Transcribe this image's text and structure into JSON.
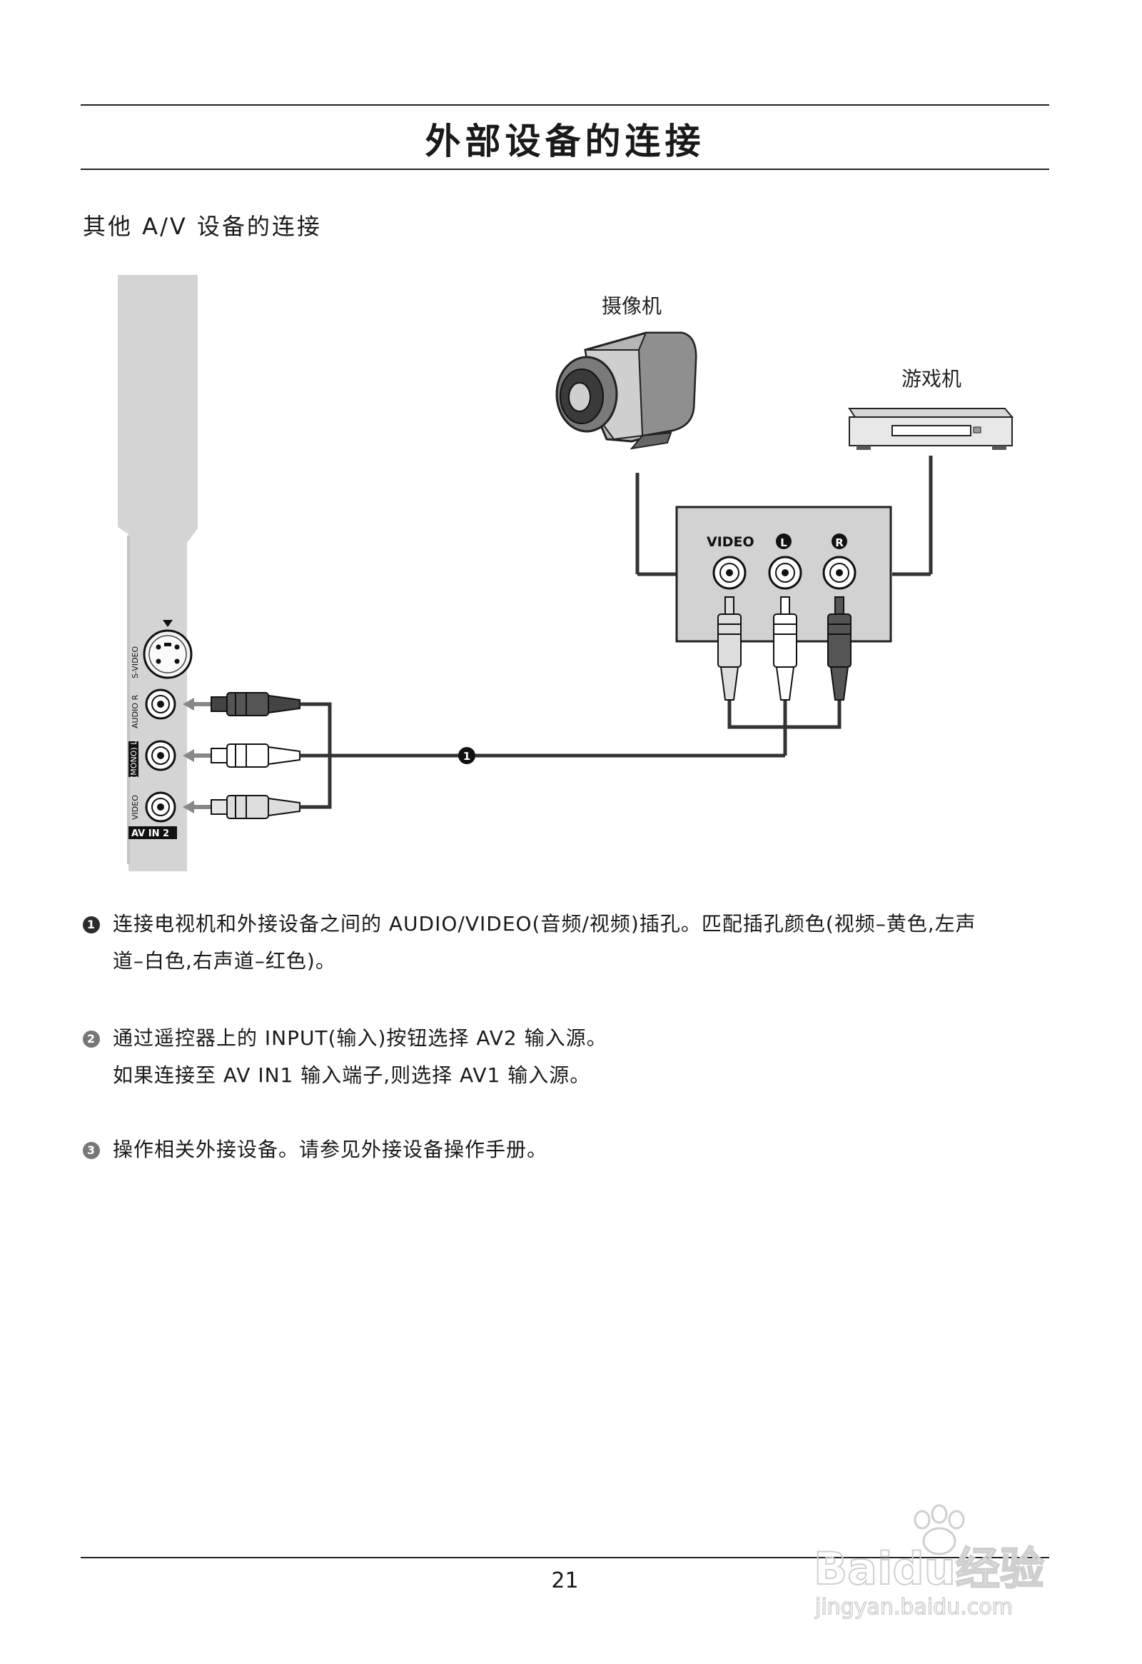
{
  "page": {
    "title": "外部设备的连接",
    "subtitle": "其他 A/V 设备的连接",
    "page_number": "21"
  },
  "diagram": {
    "camcorder_label": "摄像机",
    "console_label": "游戏机",
    "panel": {
      "video_label": "VIDEO",
      "left_label": "L",
      "right_label": "R"
    },
    "tv_side": {
      "svideo_label": "S-VIDEO",
      "audio_r_label": "AUDIO R",
      "audio_l_label": "(MONO) L",
      "video_label": "VIDEO",
      "av_in_label": "AV IN 2"
    },
    "callout_number": "1"
  },
  "notes": [
    {
      "number": "1",
      "lines": [
        "连接电视机和外接设备之间的 AUDIO/VIDEO(音频/视频)插孔。匹配插孔颜色(视频–黄色,左声",
        "道–白色,右声道–红色)。"
      ]
    },
    {
      "number": "2",
      "lines": [
        "通过遥控器上的 INPUT(输入)按钮选择 AV2 输入源。",
        "如果连接至 AV IN1 输入端子,则选择 AV1 输入源。"
      ]
    },
    {
      "number": "3",
      "lines": [
        "操作相关外接设备。请参见外接设备操作手册。"
      ]
    }
  ],
  "watermark": {
    "brand": "Baidu经验",
    "url": "jingyan.baidu.com"
  }
}
